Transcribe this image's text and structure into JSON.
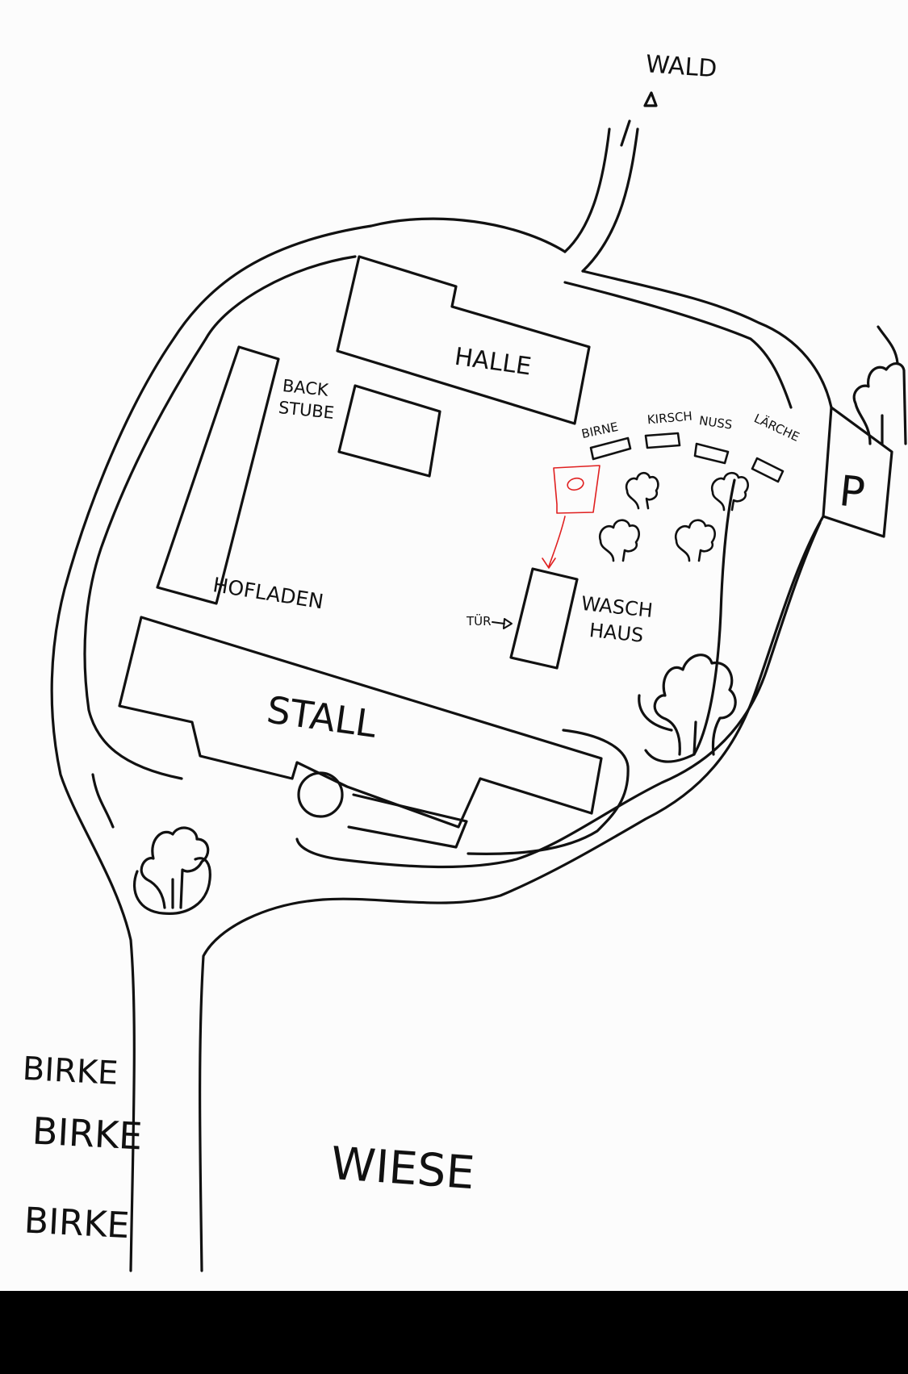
{
  "map": {
    "labels": {
      "wald": "WALD",
      "halle": "HALLE",
      "backstube_line1": "BACK",
      "backstube_line2": "STUBE",
      "hofladen": "HOFLADEN",
      "stall": "STALL",
      "waschhaus_line1": "WASCH",
      "waschhaus_line2": "HAUS",
      "tuer": "TÜR",
      "birne": "BIRNE",
      "kirsch": "KIRSCH",
      "nuss": "NUSS",
      "laerche": "LÄRCHE",
      "parking": "P",
      "birke_1": "BIRKE",
      "birke_2": "BIRKE",
      "birke_3": "BIRKE",
      "wiese": "WIESE"
    },
    "colors": {
      "ink": "#111111",
      "annotation": "#e02020",
      "paper": "#fcfcfc",
      "bottom_bar": "#000000"
    }
  }
}
